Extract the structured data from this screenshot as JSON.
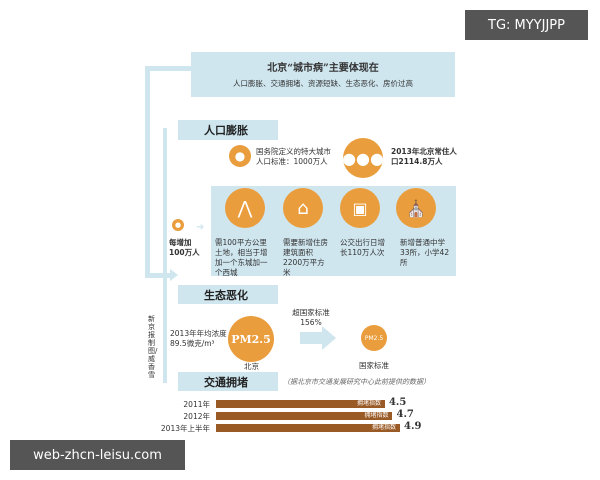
{
  "title": {
    "main": "北京“城市病”主要体现在",
    "sub": "人口膨胀、交通拥堵、资源短缺、生态恶化、房价过高"
  },
  "population": {
    "header": "人口膨胀",
    "standard": "国务院定义的特大城市人口标准：1000万人",
    "actual": "2013年北京常住人口2114.8万人",
    "per_increase": "每增加100万人",
    "items": [
      {
        "icon": "compass-icon",
        "text": "需100平方公里土地，相当于增加一个东城加一个西城"
      },
      {
        "icon": "house-icon",
        "text": "需要新增住房建筑面积2200万平方米"
      },
      {
        "icon": "bus-icon",
        "text": "公交出行日增长110万人次"
      },
      {
        "icon": "school-icon",
        "text": "新增普通中学33所，小学42所"
      }
    ]
  },
  "ecology": {
    "header": "生态恶化",
    "beijing_value": "2013年年均浓度89.5微克/m³",
    "pm_label": "PM2.5",
    "beijing_label": "北京",
    "exceed": "超国家标准156%",
    "national_label": "国家标准"
  },
  "traffic": {
    "header": "交通拥堵",
    "source": "（据北京市交通发展研究中心此前提供的数据）",
    "bar_color": "#9a5a26",
    "bar_text": "拥堵指数",
    "rows": [
      {
        "label": "2011年",
        "value": 4.5
      },
      {
        "label": "2012年",
        "value": 4.7
      },
      {
        "label": "2013年上半年",
        "value": 4.9
      }
    ]
  },
  "credit": "新京报制图/威香雪",
  "watermarks": {
    "top": "TG: MYYJJPP",
    "bottom": "web-zhcn-leisu.com"
  },
  "colors": {
    "accent": "#ea9d3c",
    "panel": "#cfe6ef"
  }
}
